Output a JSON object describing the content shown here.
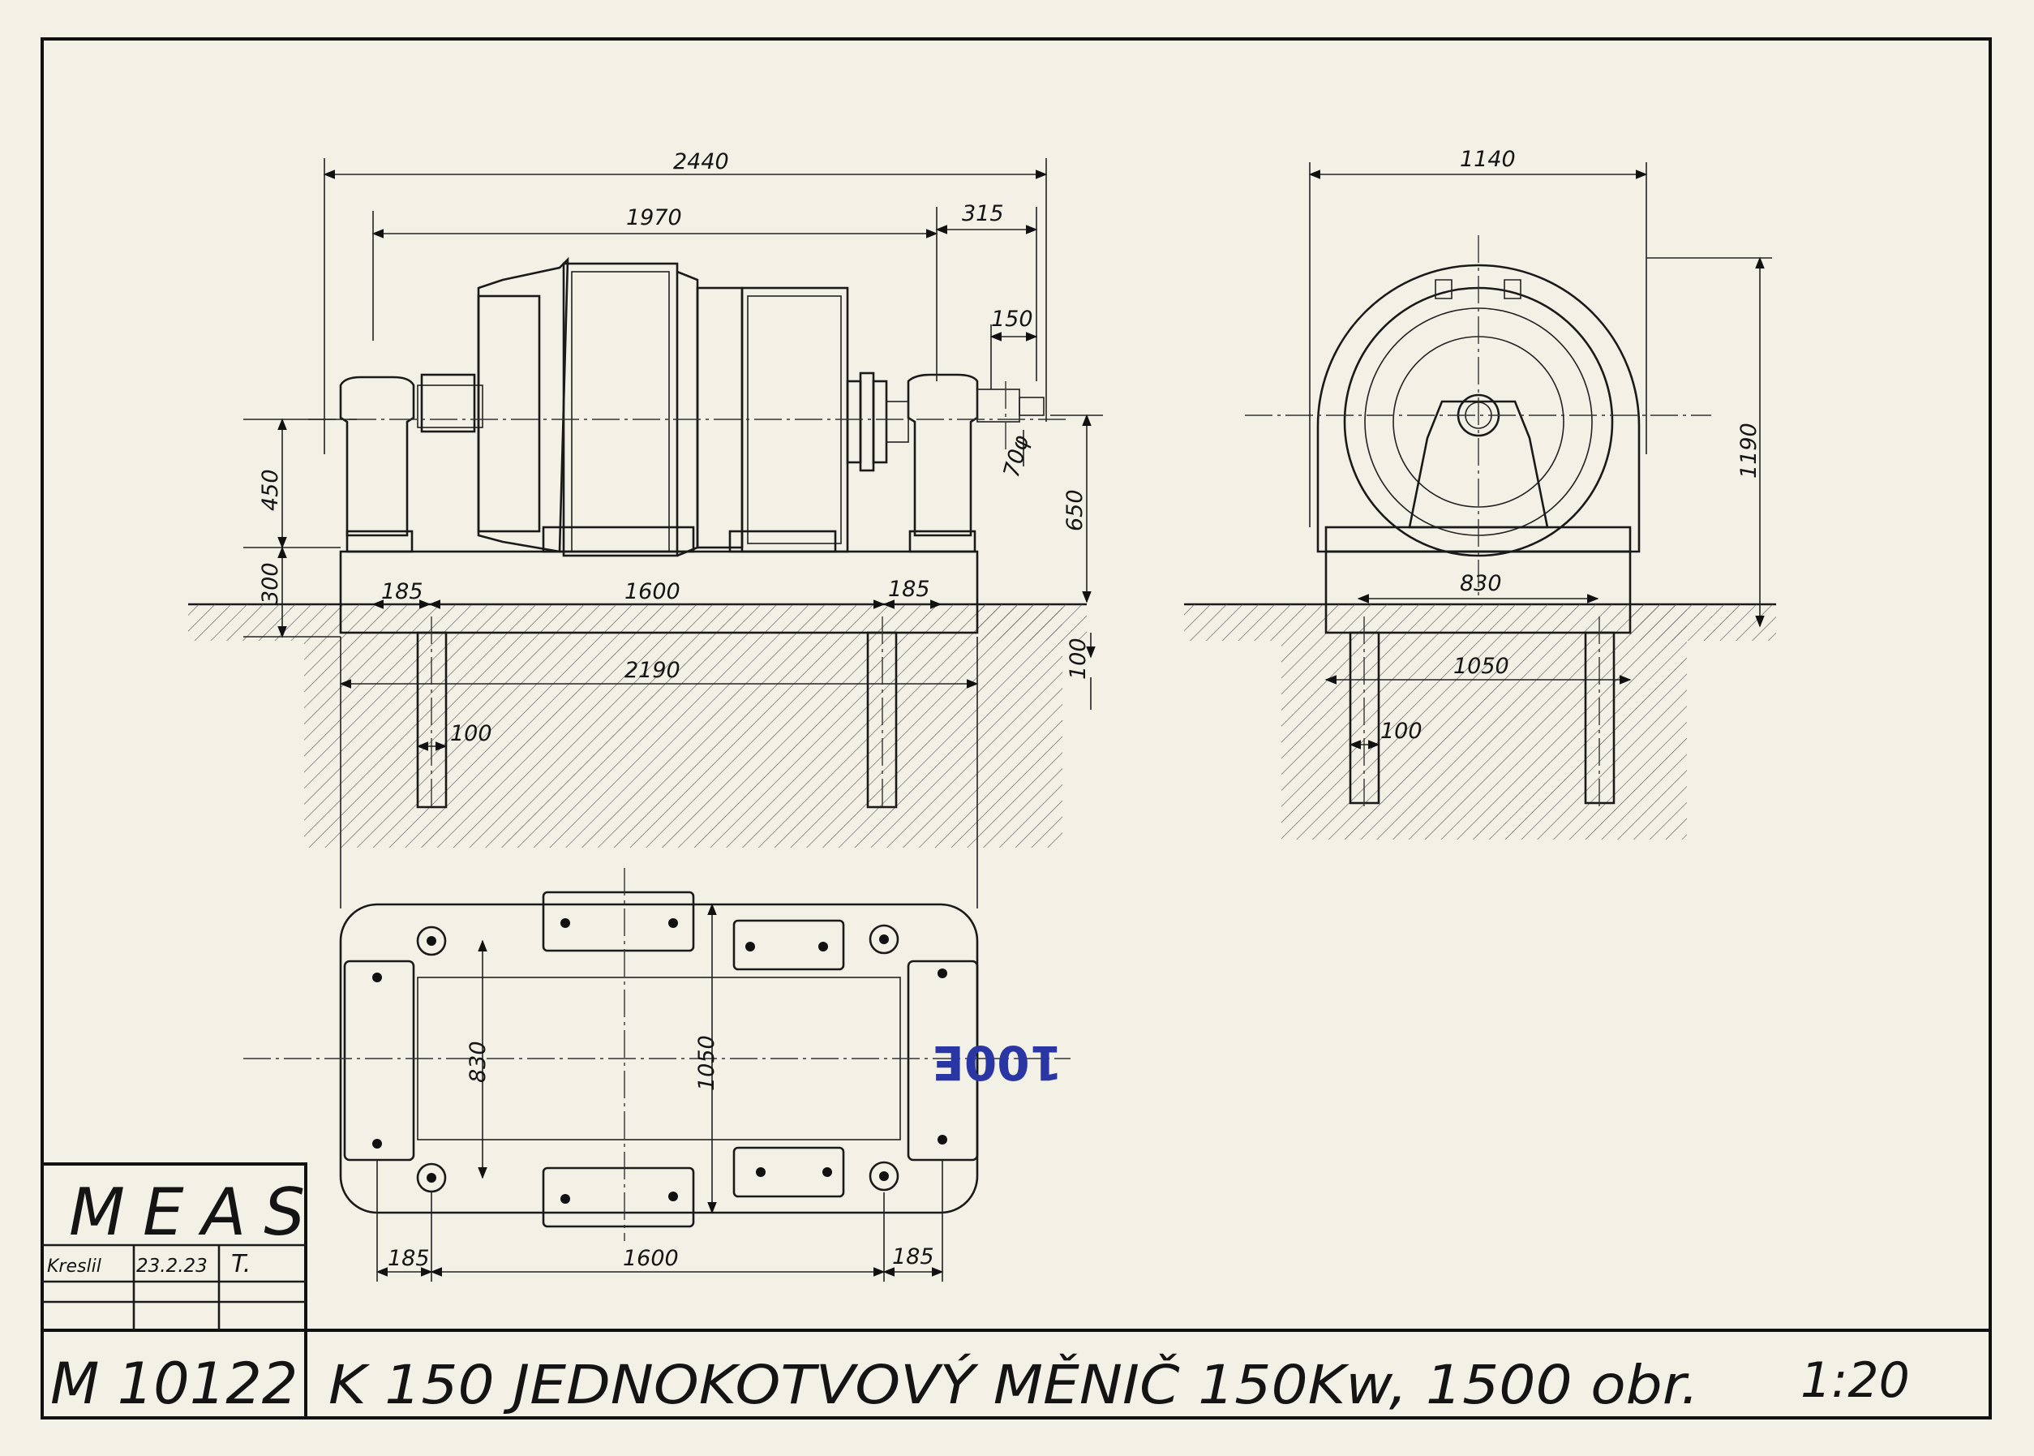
{
  "title_block": {
    "company": "MEAS",
    "drawn_label": "Kreslil",
    "drawn_date": "23.2.23",
    "drawn_initials": "T.",
    "drawing_number": "M 10122",
    "description": "K 150  JEDNOKOTVOVÝ MĚNIČ  150Kw, 1500 obr.",
    "scale": "1:20"
  },
  "stamp": {
    "text": "100E"
  },
  "side_view": {
    "dimensions": {
      "overall_length": "2440",
      "length_1970": "1970",
      "length_315": "315",
      "shaft_150": "150",
      "shaft_dia": "70φ",
      "shaft_height_450": "450",
      "base_300": "300",
      "height_650": "650",
      "below_100": "100",
      "base_185_left": "185",
      "base_1600": "1600",
      "base_185_right": "185",
      "foundation_2190": "2190",
      "pin_100": "100"
    }
  },
  "end_view": {
    "dimensions": {
      "width_1140": "1140",
      "height_1190": "1190",
      "width_830": "830",
      "width_1050": "1050",
      "pin_100": "100"
    }
  },
  "plan_view": {
    "dimensions": {
      "width_830": "830",
      "width_1050": "1050",
      "spacing_185_left": "185",
      "spacing_1600": "1600",
      "spacing_185_right": "185"
    }
  }
}
